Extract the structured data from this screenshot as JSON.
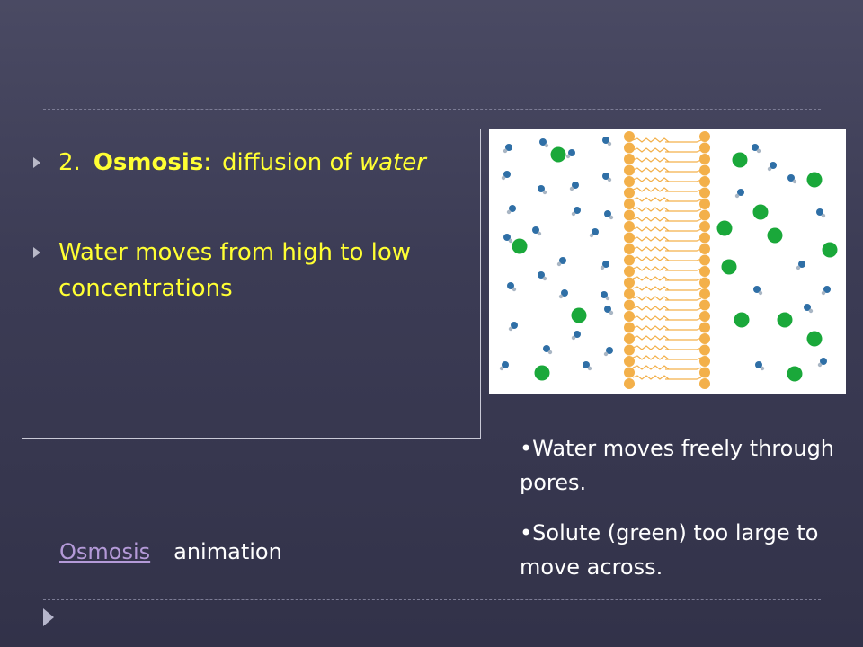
{
  "slide": {
    "bullet1": {
      "number": "2.",
      "term": "Osmosis",
      "colon": ":",
      "text": "diffusion of",
      "emphasis": "water"
    },
    "bullet2": {
      "text": "Water moves from high to low concentrations"
    },
    "link": {
      "label": "Osmosis",
      "suffix": "animation"
    },
    "notes": [
      "•Water moves freely through pores.",
      "•Solute (green) too large to move across."
    ]
  },
  "colors": {
    "bullet_text": "#ffff33",
    "solute": "#1aa83a",
    "membrane": "#f3b04a",
    "link": "#b49ad8"
  }
}
